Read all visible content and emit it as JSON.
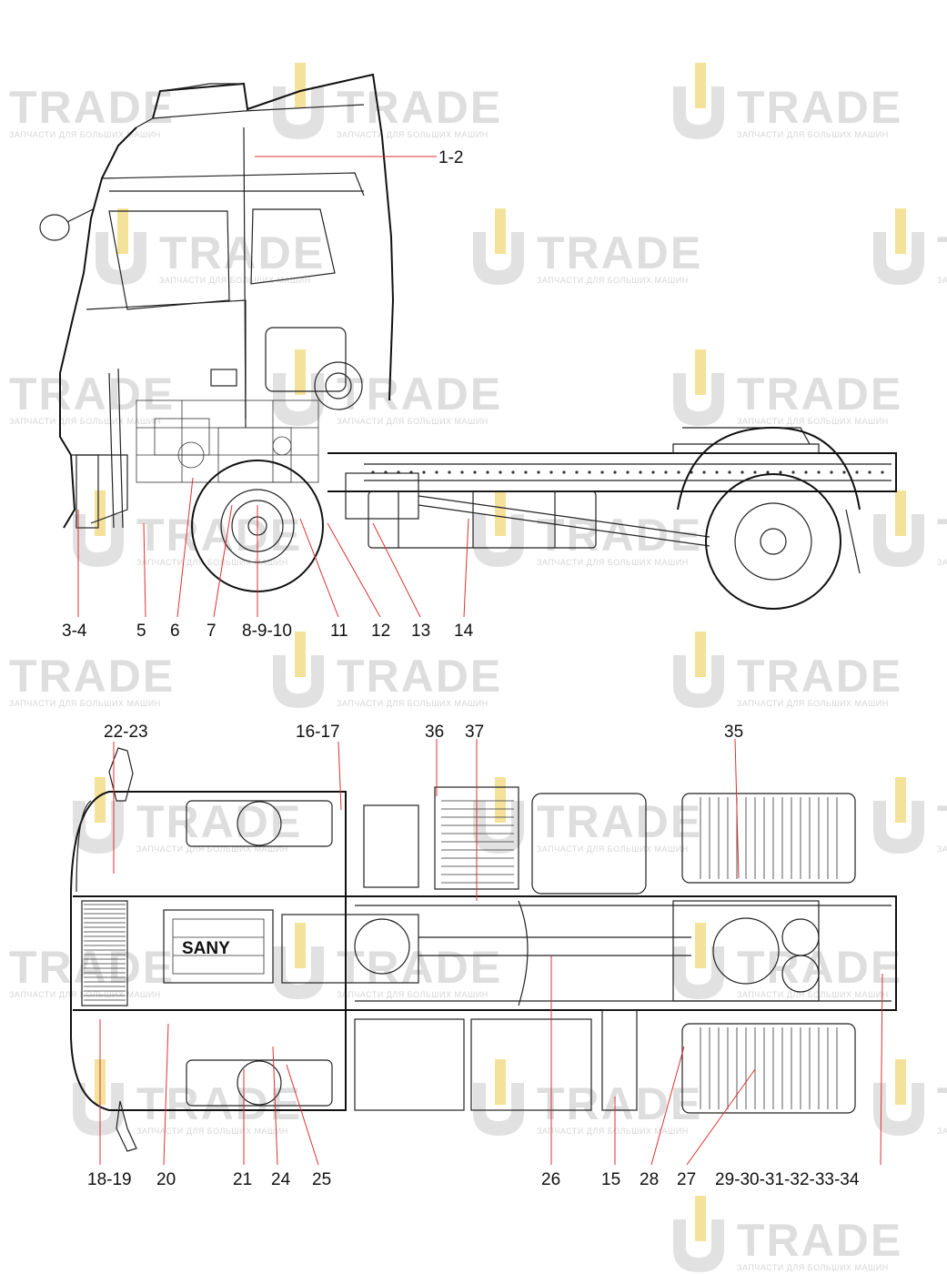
{
  "watermark": {
    "brand": "TRADE",
    "tagline": "ЗАПЧАСТИ ДЛЯ БОЛЬШИХ МАШИН"
  },
  "side_view": {
    "callouts": [
      "1-2",
      "3-4",
      "5",
      "6",
      "7",
      "8-9-10",
      "11",
      "12",
      "13",
      "14"
    ]
  },
  "top_view": {
    "engine_brand": "SANY",
    "callouts": [
      "22-23",
      "16-17",
      "36",
      "37",
      "35",
      "18-19",
      "20",
      "21",
      "24",
      "25",
      "26",
      "15",
      "28",
      "27",
      "29-30-31-32-33-34"
    ]
  },
  "colors": {
    "leader_line": "#e03030",
    "drawing_line": "#222222",
    "watermark_gray": "#d9d9d9",
    "watermark_accent": "#f3dd8a"
  }
}
